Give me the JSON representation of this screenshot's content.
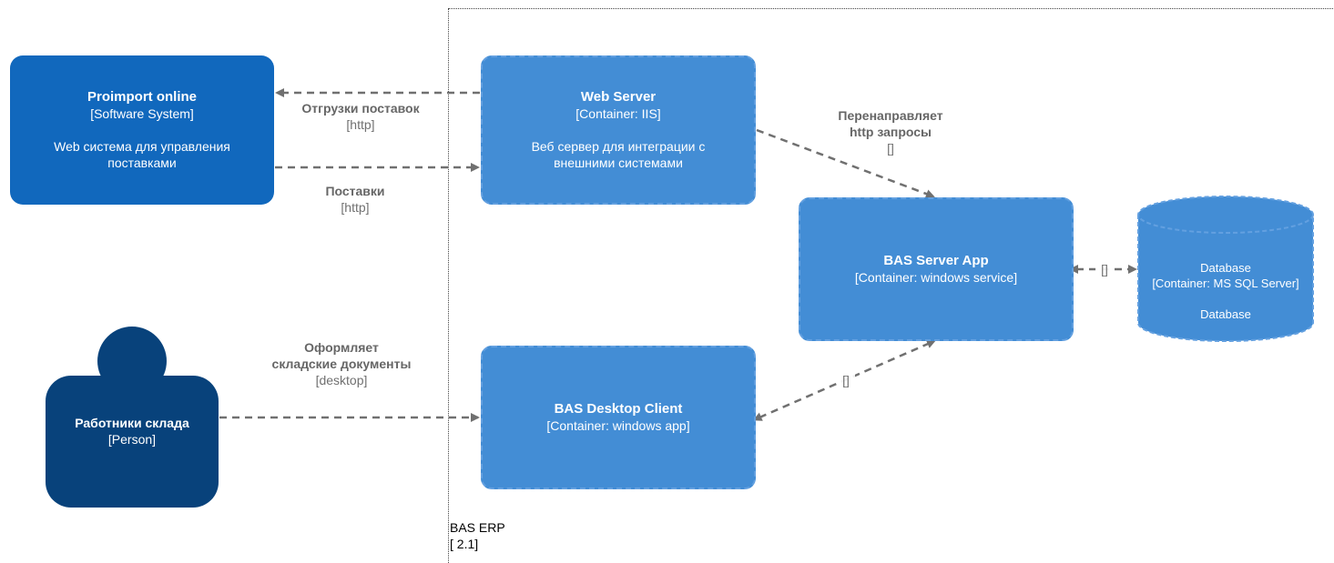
{
  "boundary": {
    "name": "BAS ERP",
    "version": "[ 2.1]"
  },
  "external_system": {
    "title": "Proimport online",
    "type": "[Software System]",
    "description": "Web система для управления поставками"
  },
  "web_server": {
    "title": "Web Server",
    "type": "[Container: IIS]",
    "description": "Веб сервер для интеграции с внешними системами"
  },
  "server_app": {
    "title": "BAS Server App",
    "type": "[Container: windows service]"
  },
  "database": {
    "title": "Database",
    "type": "[Container: MS SQL Server]",
    "description": "Database"
  },
  "desktop_client": {
    "title": "BAS Desktop Client",
    "type": "[Container: windows app]"
  },
  "person": {
    "title": "Работники склада",
    "type": "[Person]"
  },
  "relations": {
    "web_to_ext": {
      "label": "Отгрузки поставок",
      "tech": "[http]"
    },
    "ext_to_web": {
      "label": "Поставки",
      "tech": "[http]"
    },
    "web_to_server": {
      "label_line1": "Перенаправляет",
      "label_line2": "http запросы",
      "tech": "[]"
    },
    "server_db": {
      "tech": "[]"
    },
    "desktop_server": {
      "tech": "[]"
    },
    "person_to_desktop": {
      "label_line1": "Оформляет",
      "label_line2": "складские документы",
      "tech": "[desktop]"
    }
  },
  "colors": {
    "external_system": "#1168bd",
    "container": "#438dd5",
    "person": "#08427b",
    "arrow": "#707070"
  }
}
